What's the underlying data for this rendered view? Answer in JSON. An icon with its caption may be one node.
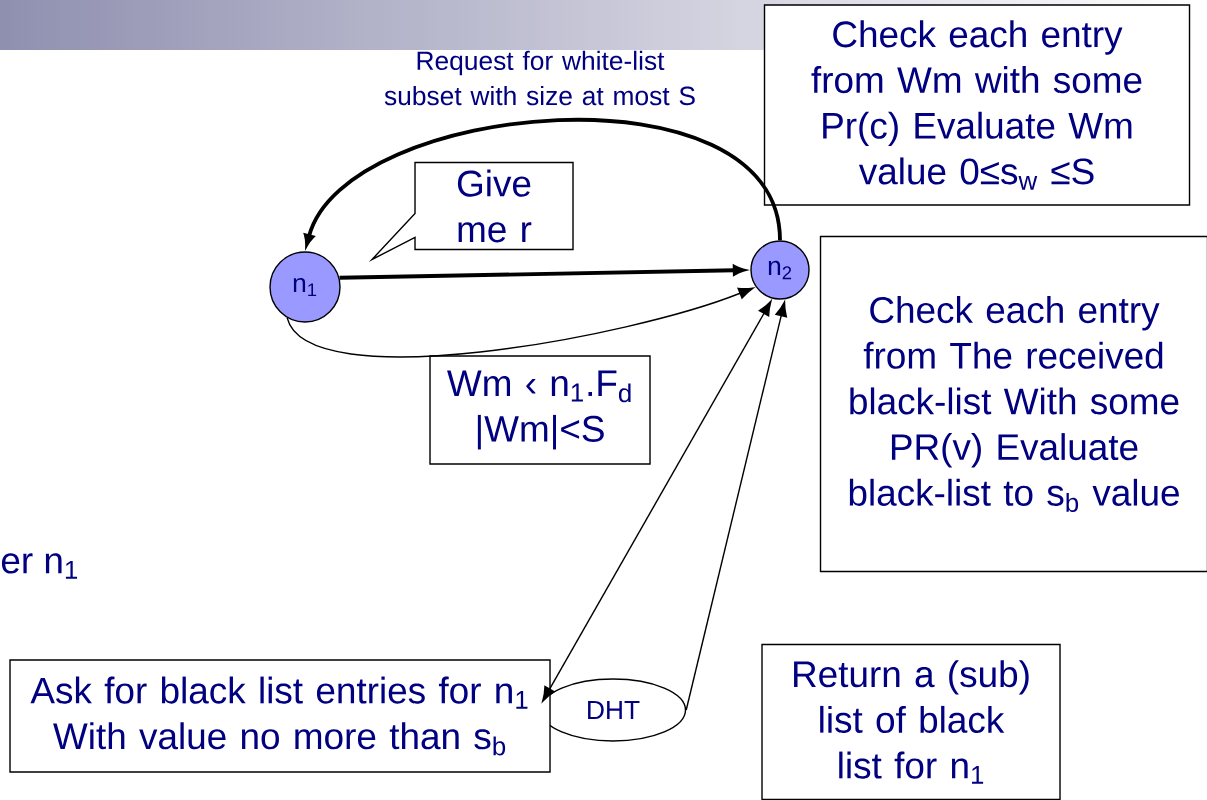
{
  "diagram": {
    "nodes": [
      {
        "text": [
          "n$_{1}$"
        ]
      },
      {
        "text": [
          "n$_{2}$"
        ]
      },
      {
        "text": [
          "DHT"
        ]
      },
      {
        "text": [
          "Give me r"
        ]
      },
      {
        "text": [
          "Check each entry from Wm with some Pr(c) Evaluate Wm value 0≤s$_{w}$ ≤S"
        ]
      },
      {
        "text": [
          "Check each entry from The received black-list With some PR(v) Evaluate black-list to s$_{b}$ value"
        ]
      },
      {
        "text": [
          "Wm ‹ n$_{1}$.F$_{d}$ |Wm|<S"
        ]
      },
      {
        "text": [
          "Ask for black list entries for n$_{1}$ With value no more than s$_{b}$"
        ]
      },
      {
        "text": [
          "Return a (sub) list of black list for n$_{1}$"
        ]
      }
    ],
    "edges": [
      {
        "from": 1,
        "to": 0,
        "arrow": "to",
        "style": "thick",
        "label": "Request for white-list subset with size at most S"
      },
      {
        "from": 0,
        "to": 1,
        "arrow": "to",
        "style": "thick"
      },
      {
        "from": 0,
        "to": 1,
        "arrow": "to"
      },
      {
        "from": 1,
        "to": 2,
        "arrow": "both"
      },
      {
        "from": 2,
        "to": 1,
        "arrow": "to"
      }
    ],
    "labels": [
      "er n$_{1}$"
    ]
  }
}
